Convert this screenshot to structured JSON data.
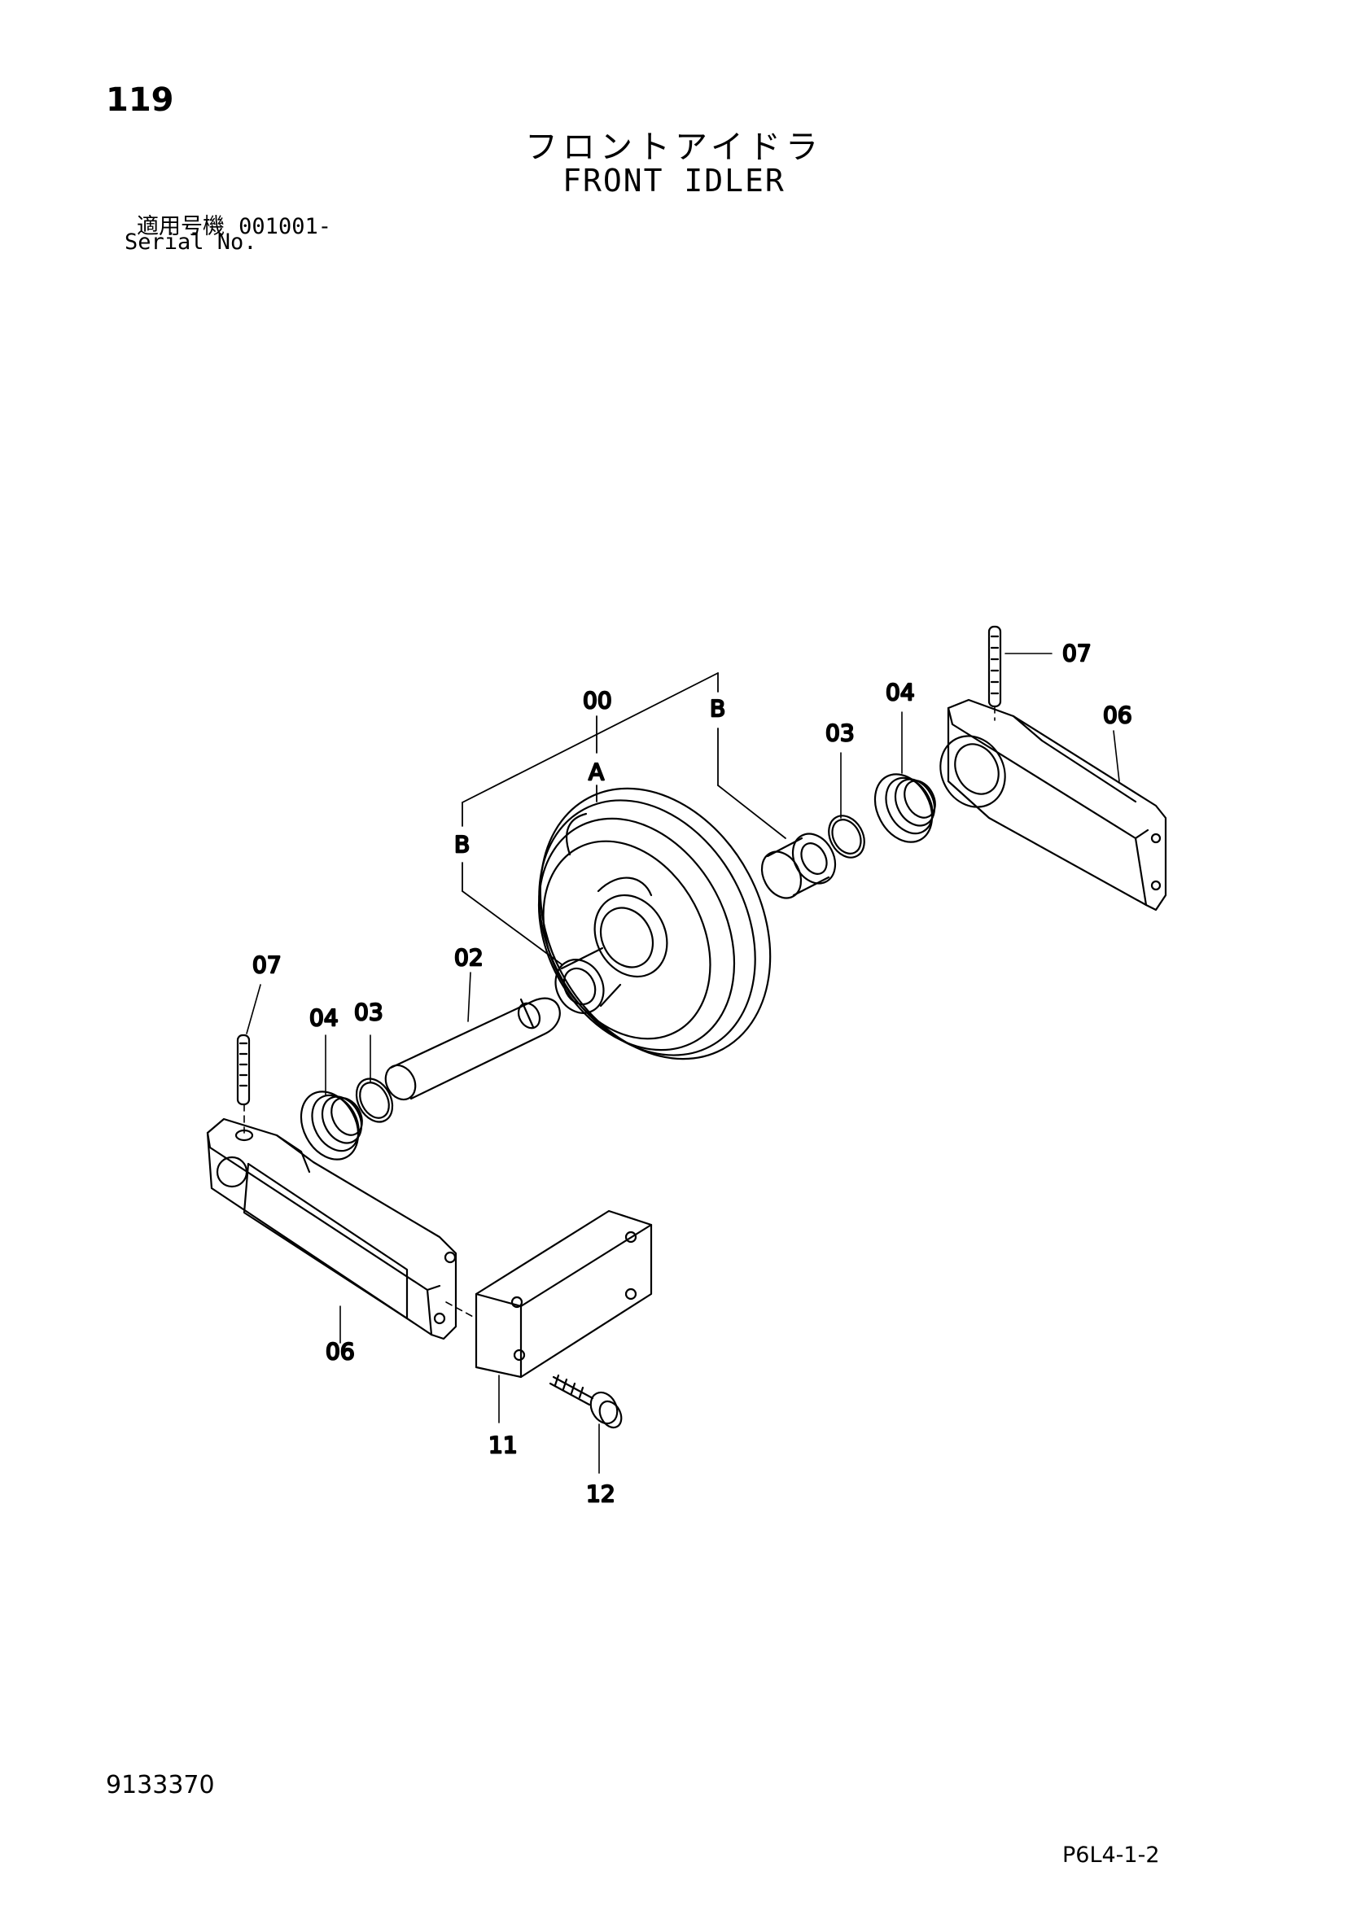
{
  "header": {
    "page_number": "119",
    "title_jp": "フロントアイドラ",
    "title_en": "FRONT IDLER",
    "serial_label_jp": "適用号機",
    "serial_value": "001001-",
    "serial_label_en": "Serial No."
  },
  "callouts": {
    "c00": "00",
    "cA": "A",
    "cB_left": "B",
    "cB_right": "B",
    "c02": "02",
    "c03_left": "03",
    "c03_right": "03",
    "c04_left": "04",
    "c04_right": "04",
    "c06_left": "06",
    "c06_right": "06",
    "c07_left": "07",
    "c07_right": "07",
    "c11": "11",
    "c12": "12"
  },
  "footer": {
    "doc_number": "9133370",
    "page_code": "P6L4-1-2"
  }
}
